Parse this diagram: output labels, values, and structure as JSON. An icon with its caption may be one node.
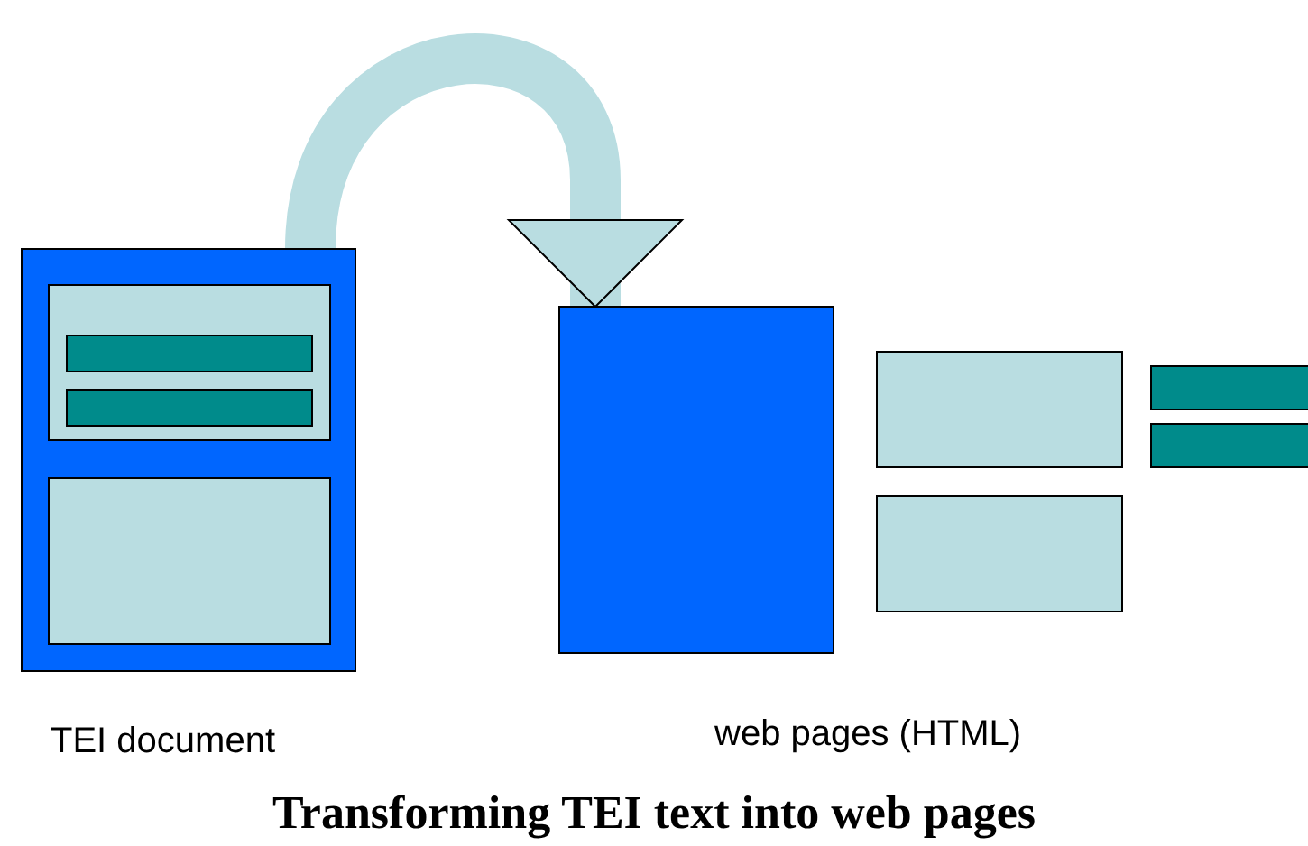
{
  "diagram": {
    "title": "Transforming TEI text into web pages",
    "nodes": [
      {
        "text": [
          "TEI document"
        ]
      },
      {
        "text": [
          "web pages (HTML)"
        ]
      }
    ],
    "edges": [
      {
        "from": 0,
        "to": 1,
        "arrow": "to"
      }
    ]
  }
}
